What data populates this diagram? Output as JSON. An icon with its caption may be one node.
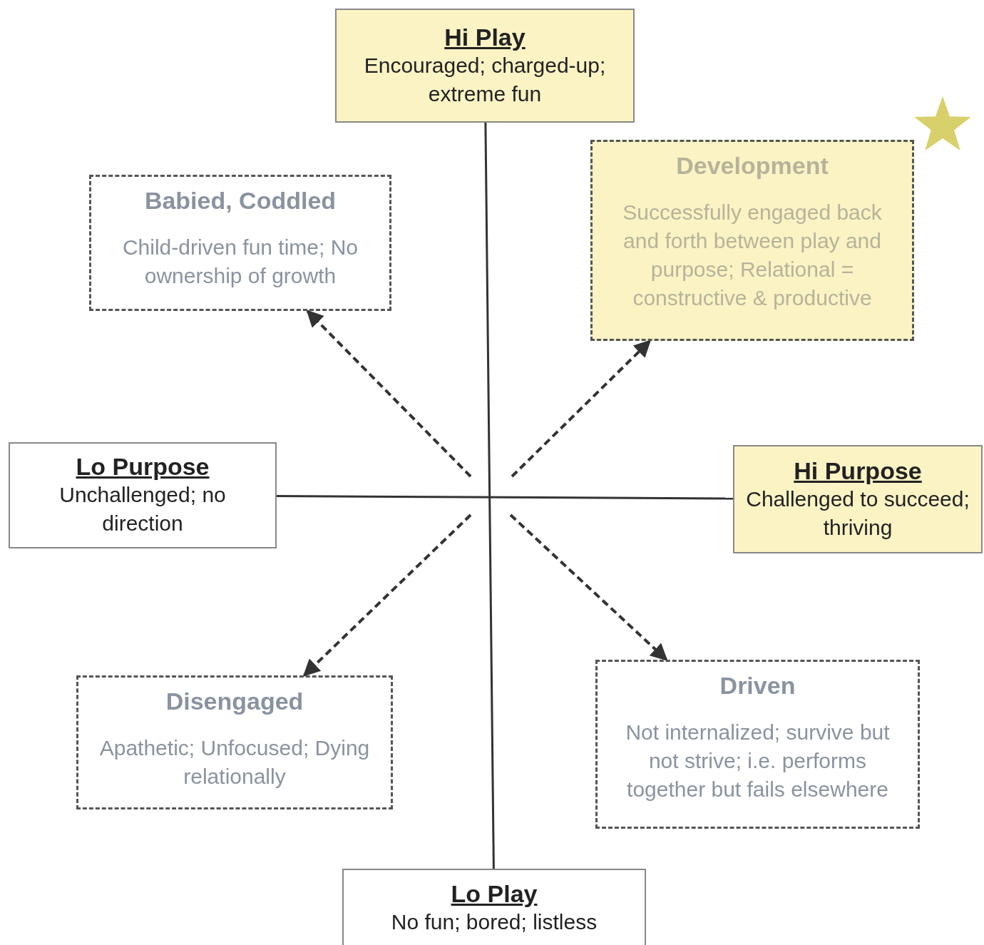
{
  "diagram": {
    "nodes": [
      {
        "text": [
          "Hi Play",
          "Encouraged; charged-up; extreme fun"
        ]
      },
      {
        "text": [
          "Babied, Coddled",
          "Child-driven fun time; No ownership of growth"
        ]
      },
      {
        "text": [
          "Development",
          "Successfully engaged back and forth between play and purpose; Relational = constructive & productive"
        ]
      },
      {
        "text": [
          "Lo Purpose",
          "Unchallenged; no direction"
        ]
      },
      {
        "text": [
          "Hi Purpose",
          "Challenged to succeed; thriving"
        ]
      },
      {
        "text": [
          "Disengaged",
          "Apathetic; Unfocused; Dying relationally"
        ]
      },
      {
        "text": [
          "Driven",
          "Not internalized; survive but not strive; i.e. performs together but fails elsewhere"
        ]
      },
      {
        "text": [
          "Lo Play",
          "No fun; bored; listless"
        ]
      }
    ],
    "edges": [
      {
        "from": 0,
        "to": 7,
        "arrow": "none"
      },
      {
        "from": 3,
        "to": 4,
        "arrow": "none"
      },
      {
        "from": null,
        "to": 1,
        "arrow": "to",
        "style": "dashed"
      },
      {
        "from": null,
        "to": 2,
        "arrow": "to",
        "style": "dashed"
      },
      {
        "from": null,
        "to": 5,
        "arrow": "to",
        "style": "dashed"
      },
      {
        "from": null,
        "to": 6,
        "arrow": "to",
        "style": "dashed"
      }
    ]
  }
}
